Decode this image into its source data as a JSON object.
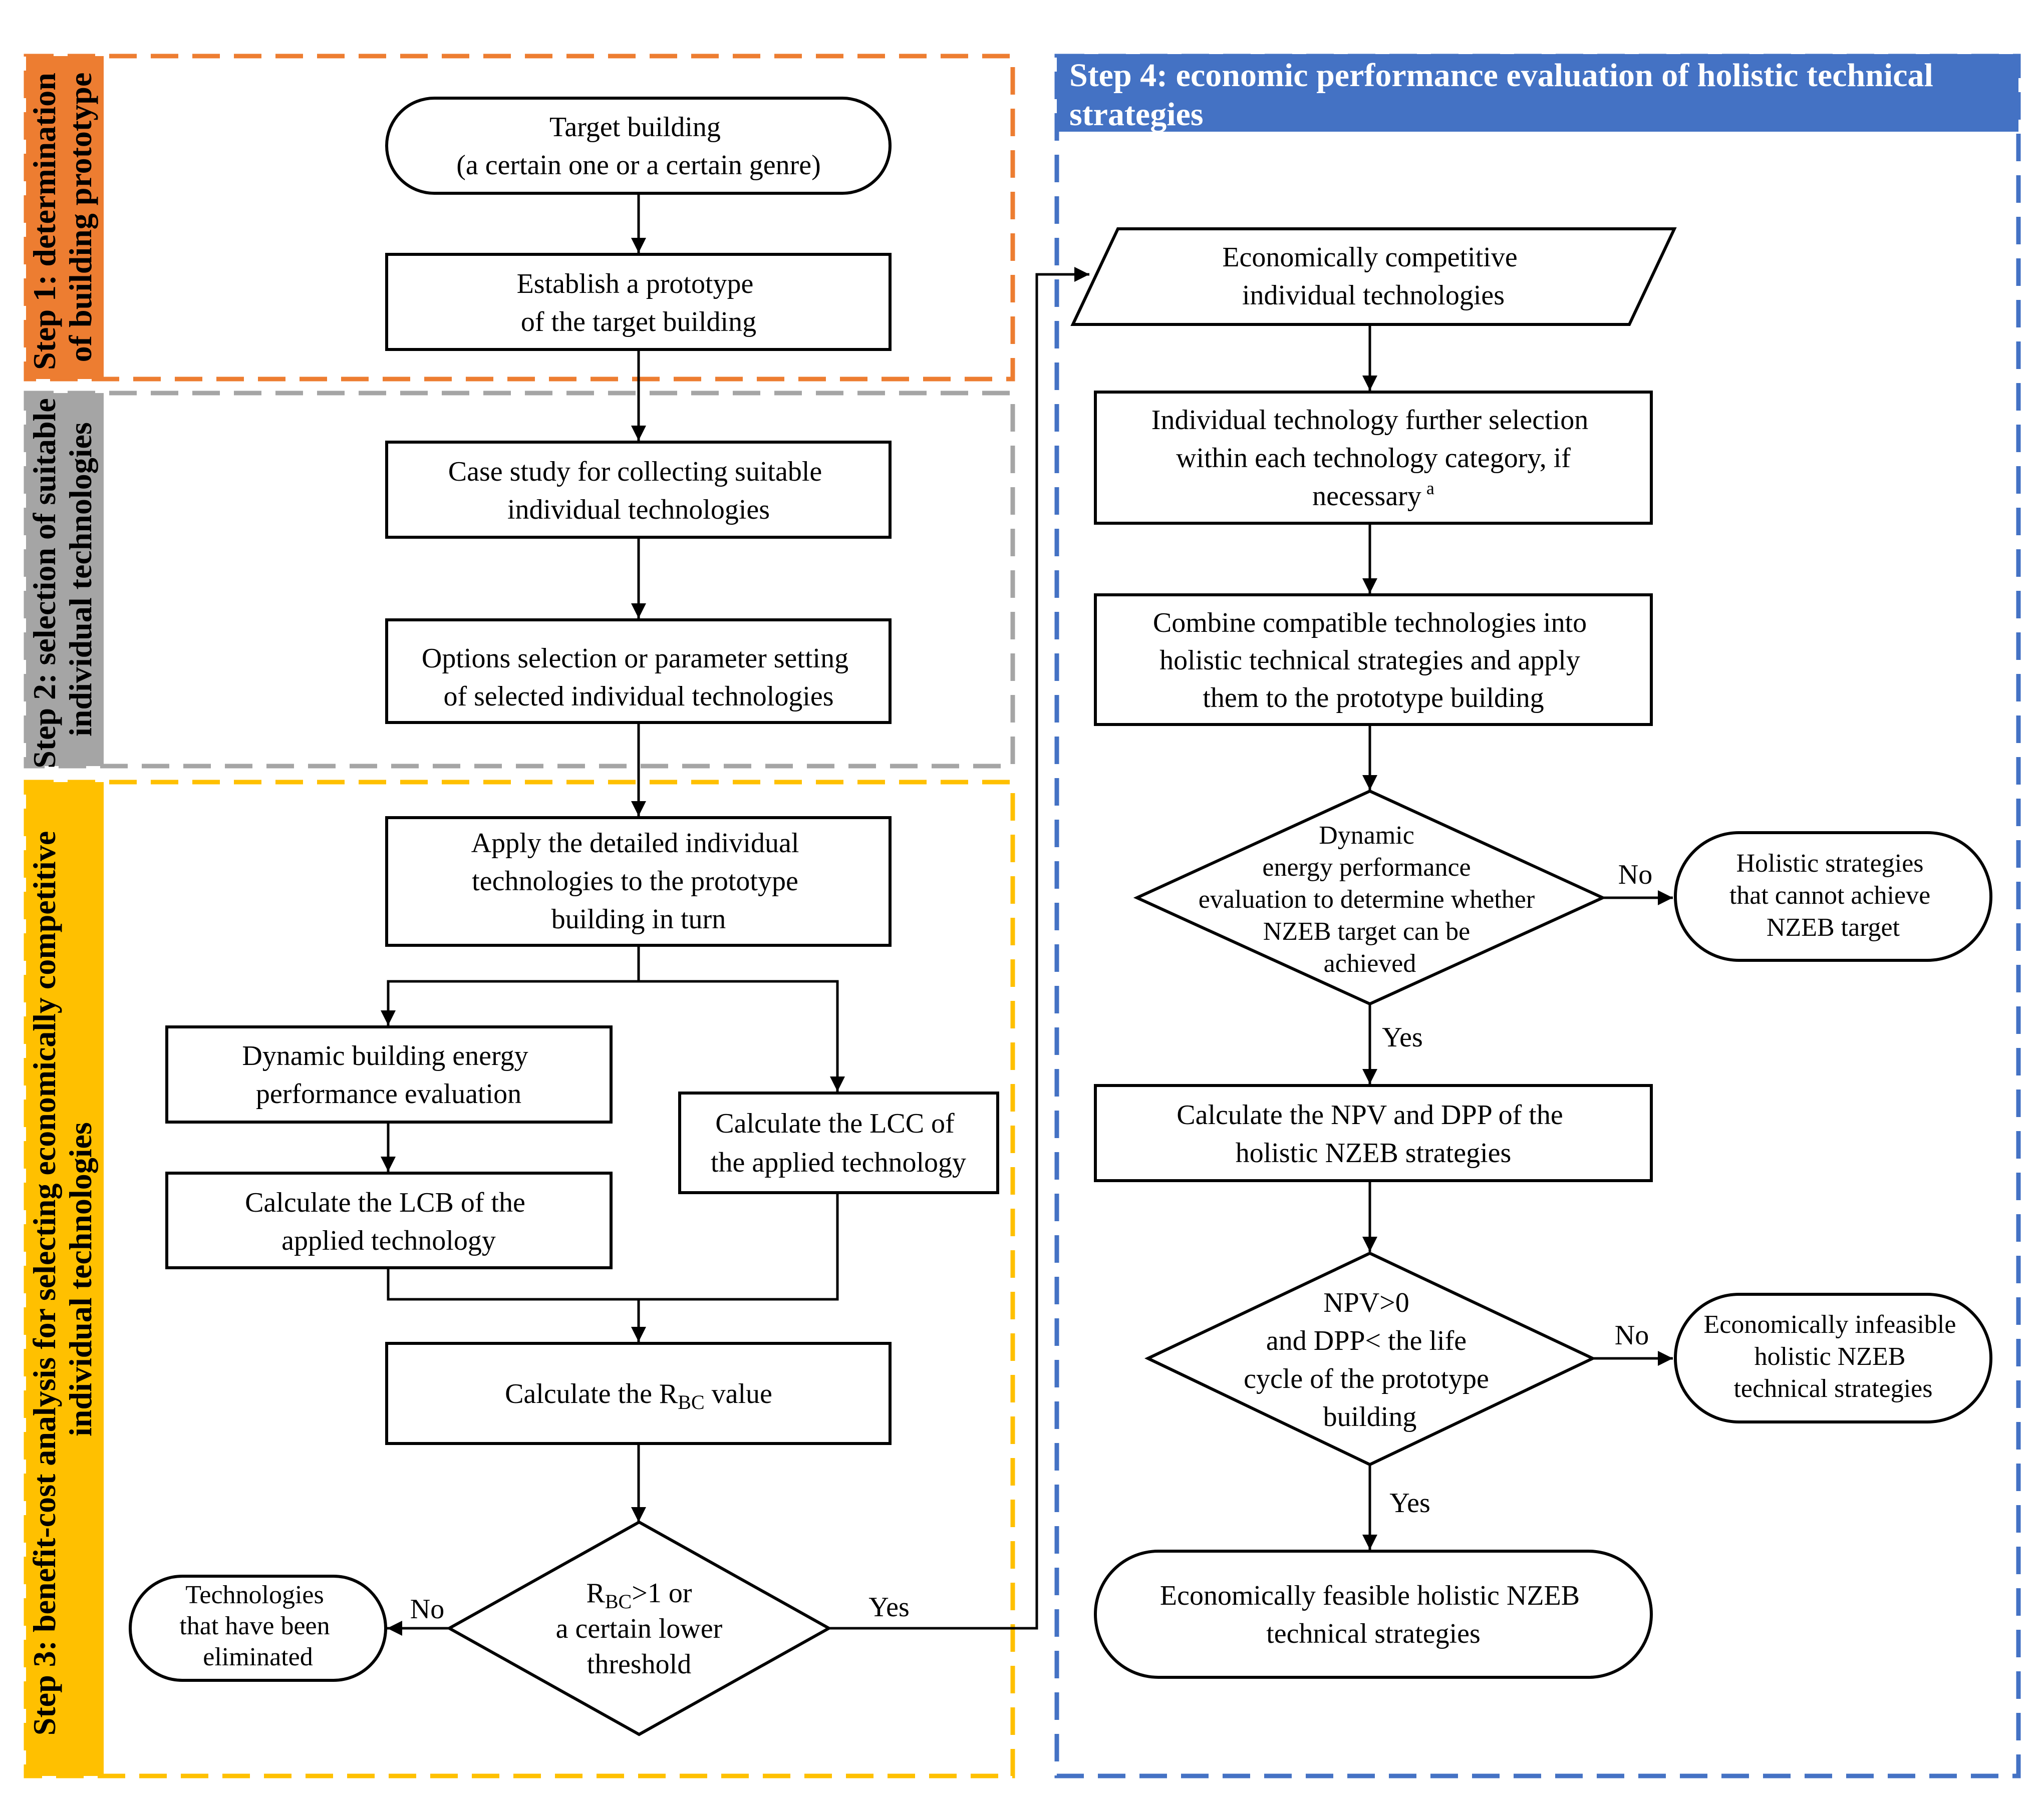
{
  "colors": {
    "step1": "#ED7D31",
    "step2": "#A5A5A5",
    "step3": "#FFC000",
    "step4": "#4472C4",
    "line": "#000000"
  },
  "steps": {
    "step1": [
      "Step 1: determination",
      "of building prototype"
    ],
    "step2": [
      "Step 2: selection of suitable",
      "individual technologies"
    ],
    "step3": [
      "Step 3: benefit-cost analysis for selecting economically competitive",
      "individual technologies"
    ],
    "step4": [
      "Step 4: economic performance evaluation of holistic technical",
      "strategies"
    ]
  },
  "nodes": {
    "target_building": [
      "Target building",
      "(a certain one or a certain genre)"
    ],
    "establish_prototype": [
      "Establish a prototype",
      "of the target building"
    ],
    "case_study": [
      "Case study for collecting suitable",
      "individual technologies"
    ],
    "options_selection": [
      "Options selection or parameter setting",
      "of selected individual technologies"
    ],
    "apply_detailed": [
      "Apply the detailed individual",
      "technologies to the prototype",
      "building in turn"
    ],
    "dynamic_building": [
      "Dynamic building energy",
      "performance evaluation"
    ],
    "calc_lcb": [
      "Calculate the LCB of the",
      "applied technology"
    ],
    "calc_lcc": [
      "Calculate the LCC of",
      "the applied technology"
    ],
    "calc_rbc": {
      "prefix": "Calculate the R",
      "sub": "BC",
      "suffix": " value"
    },
    "rbc_decision": {
      "line1_prefix": "R",
      "line1_sub": "BC",
      "line1_suffix": ">1 or",
      "line2": "a certain lower",
      "line3": "threshold"
    },
    "eliminated": [
      "Technologies",
      "that have been",
      "eliminated"
    ],
    "competitive": [
      "Economically competitive",
      "individual technologies"
    ],
    "further_selection": [
      "Individual technology further selection",
      "within each technology category, if"
    ],
    "further_selection_last": "necessary",
    "further_selection_sup": "a",
    "combine": [
      "Combine compatible technologies into",
      "holistic technical strategies and apply",
      "them to the prototype building"
    ],
    "dynamic_eval": [
      "Dynamic",
      "energy performance",
      "evaluation to determine whether",
      "NZEB target can be",
      "achieved"
    ],
    "cannot_achieve": [
      "Holistic strategies",
      "that cannot achieve",
      "NZEB target"
    ],
    "calc_npv": [
      "Calculate the NPV and DPP of the",
      "holistic NZEB strategies"
    ],
    "npv_decision": [
      "NPV>0",
      "and DPP< the life",
      "cycle of the prototype",
      "building"
    ],
    "infeasible": [
      "Economically infeasible",
      "holistic NZEB",
      "technical strategies"
    ],
    "feasible": [
      "Economically feasible holistic NZEB",
      "technical strategies"
    ]
  },
  "labels": {
    "no": "No",
    "yes": "Yes"
  }
}
